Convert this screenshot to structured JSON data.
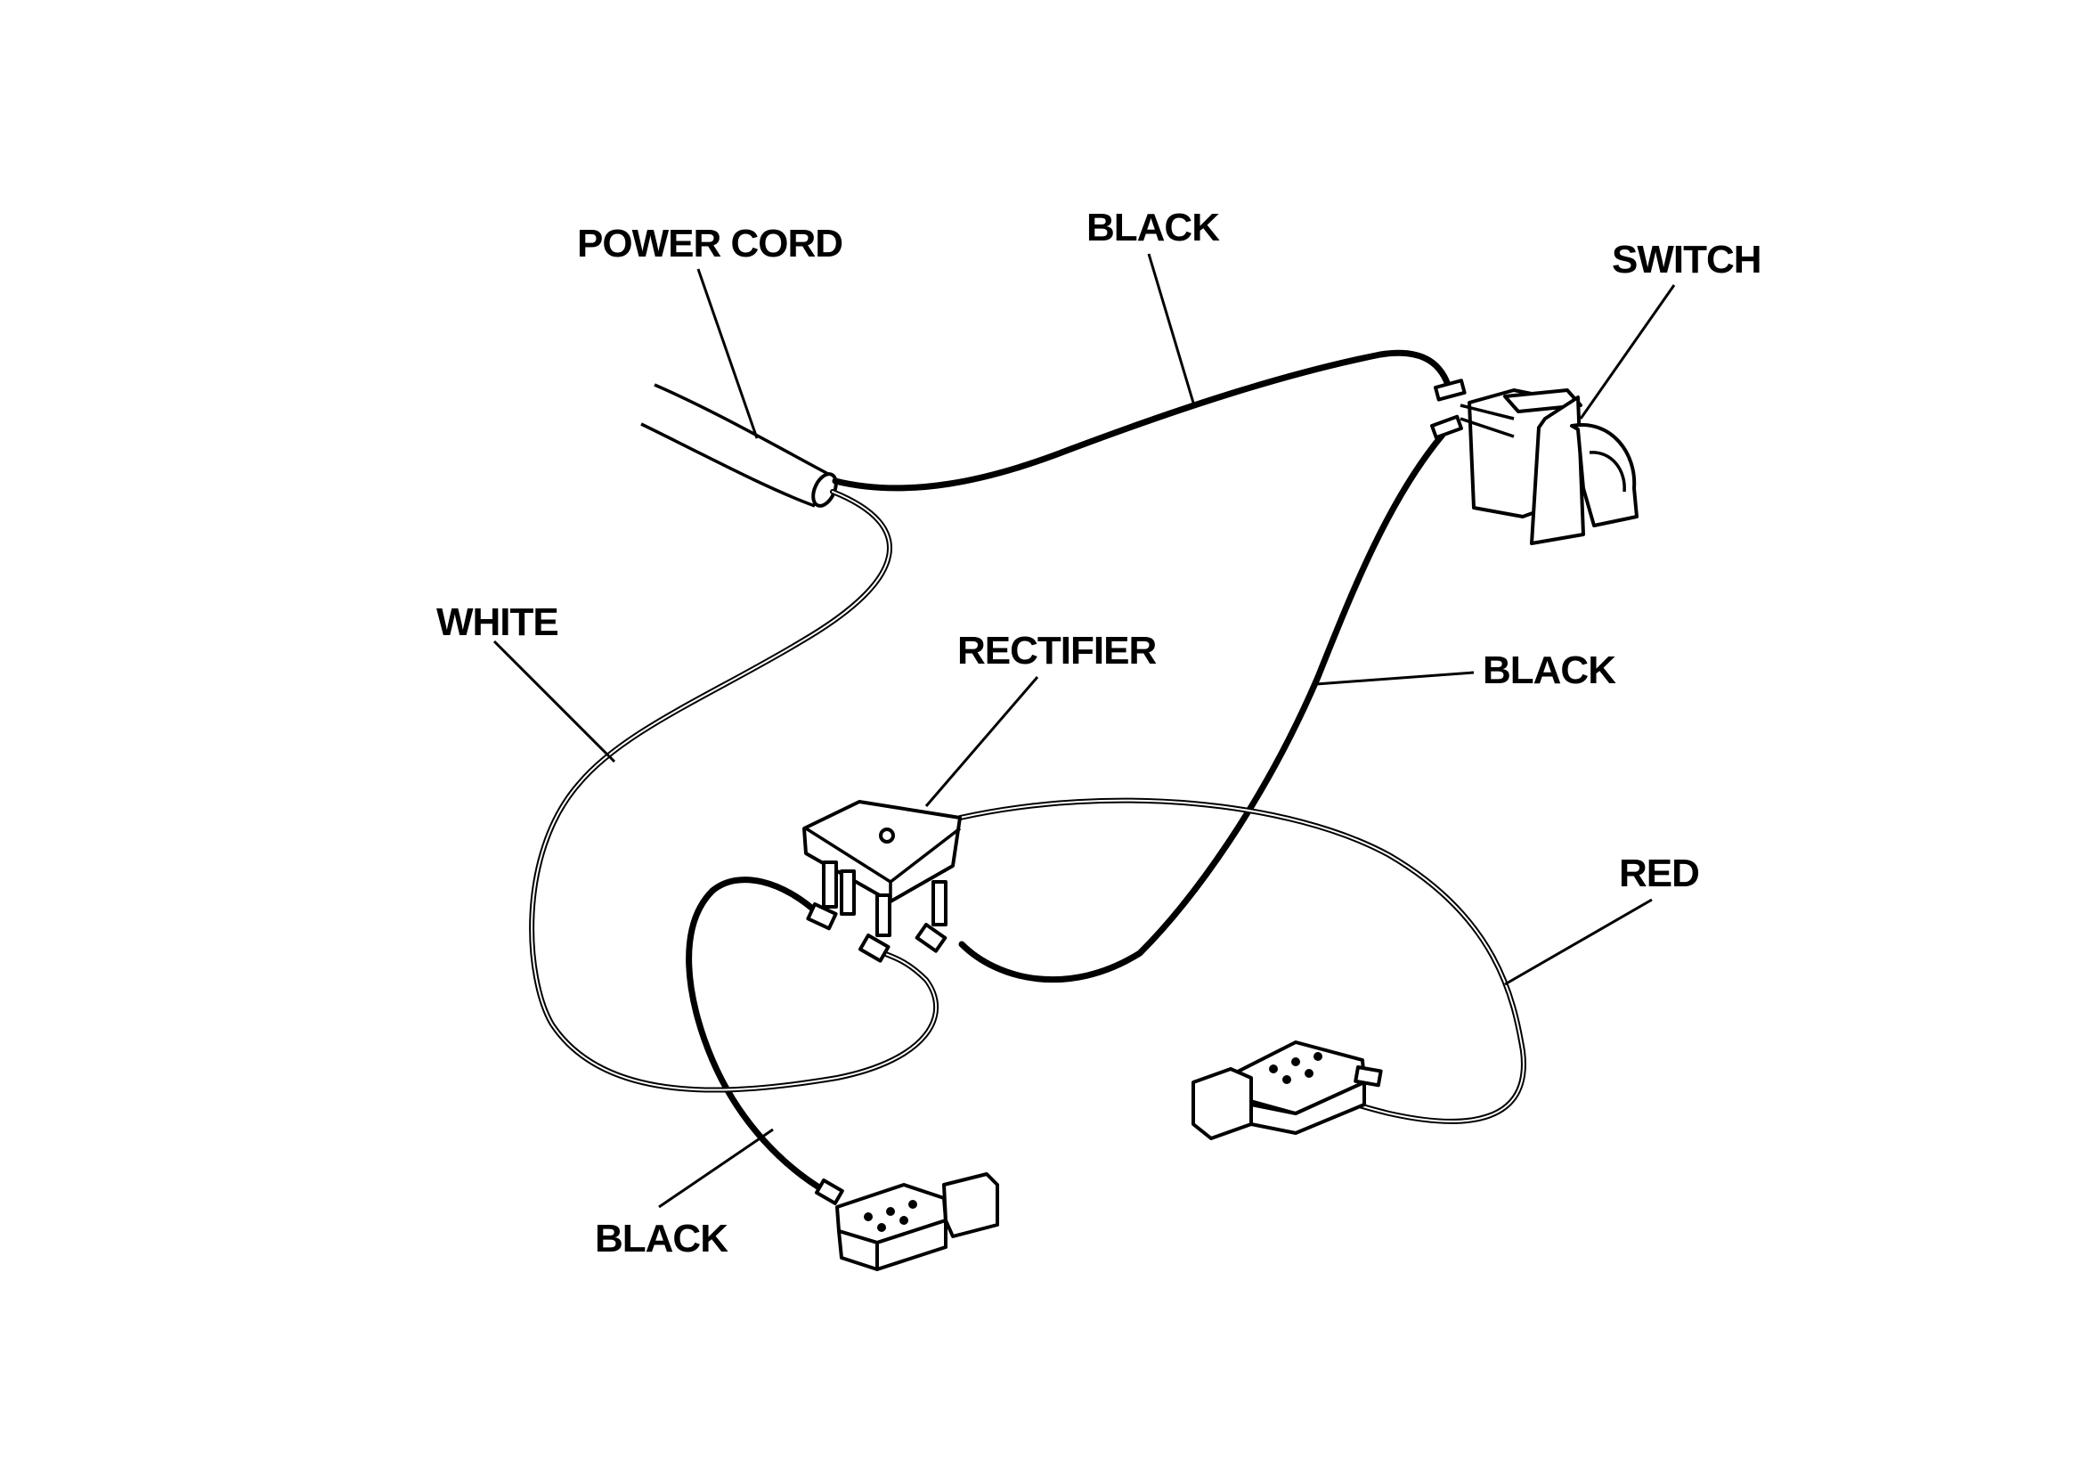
{
  "labels": {
    "power_cord": "POWER CORD",
    "black_top": "BLACK",
    "switch": "SWITCH",
    "white": "WHITE",
    "rectifier": "RECTIFIER",
    "black_right": "BLACK",
    "red": "RED",
    "black_bottom": "BLACK"
  }
}
